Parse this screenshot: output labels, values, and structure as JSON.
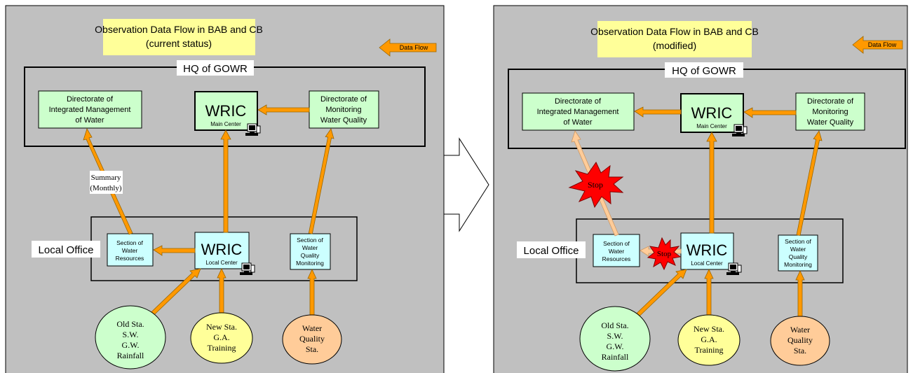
{
  "colors": {
    "panel_bg": "#c0c0c0",
    "title_bg": "#ffff99",
    "box_green": "#ccffcc",
    "box_blue": "#ccffff",
    "oval_green": "#ccffcc",
    "oval_yellow": "#ffff99",
    "oval_orange": "#ffcc99",
    "arrow": "#ff9900",
    "arrow_faded": "#ffcc99",
    "stop_red": "#ff0000"
  },
  "panels": [
    {
      "title_line1": "Observation Data Flow in BAB and CB",
      "title_line2": "(current status)",
      "legend_label": "Data Flow",
      "hq_label": "HQ of GOWR",
      "local_office_label": "Local Office",
      "dim_line1": "Directorate of",
      "dim_line2": "Integrated Management",
      "dim_line3": "of Water",
      "wric_main_title": "WRIC",
      "wric_main_sub": "Main Center",
      "dmwq_line1": "Directorate of",
      "dmwq_line2": "Monitoring",
      "dmwq_line3": "Water Quality",
      "swr_line1": "Section of",
      "swr_line2": "Water",
      "swr_line3": "Resources",
      "wric_local_title": "WRIC",
      "wric_local_sub": "Local Center",
      "swqm_line1": "Section of",
      "swqm_line2": "Water",
      "swqm_line3": "Quality",
      "swqm_line4": "Monitoring",
      "summary_line1": "Summary",
      "summary_line2": "(Monthly)",
      "old_line1": "Old Sta.",
      "old_line2": "S.W.",
      "old_line3": "G.W.",
      "old_line4": "Rainfall",
      "new_line1": "New Sta.",
      "new_line2": "G.A.",
      "new_line3": "Training",
      "wq_line1": "Water",
      "wq_line2": "Quality",
      "wq_line3": "Sta."
    },
    {
      "title_line1": "Observation Data Flow in BAB and CB",
      "title_line2": "(modified)",
      "legend_label": "Data Flow",
      "hq_label": "HQ of GOWR",
      "local_office_label": "Local Office",
      "dim_line1": "Directorate of",
      "dim_line2": "Integrated Management",
      "dim_line3": "of Water",
      "wric_main_title": "WRIC",
      "wric_main_sub": "Main Center",
      "dmwq_line1": "Directorate of",
      "dmwq_line2": "Monitoring",
      "dmwq_line3": "Water Quality",
      "swr_line1": "Section of",
      "swr_line2": "Water",
      "swr_line3": "Resources",
      "wric_local_title": "WRIC",
      "wric_local_sub": "Local Center",
      "swqm_line1": "Section of",
      "swqm_line2": "Water",
      "swqm_line3": "Quality",
      "swqm_line4": "Monitoring",
      "stop_label_1": "Stop",
      "stop_label_2": "Stop",
      "old_line1": "Old Sta.",
      "old_line2": "S.W.",
      "old_line3": "G.W.",
      "old_line4": "Rainfall",
      "new_line1": "New Sta.",
      "new_line2": "G.A.",
      "new_line3": "Training",
      "wq_line1": "Water",
      "wq_line2": "Quality",
      "wq_line3": "Sta."
    }
  ]
}
